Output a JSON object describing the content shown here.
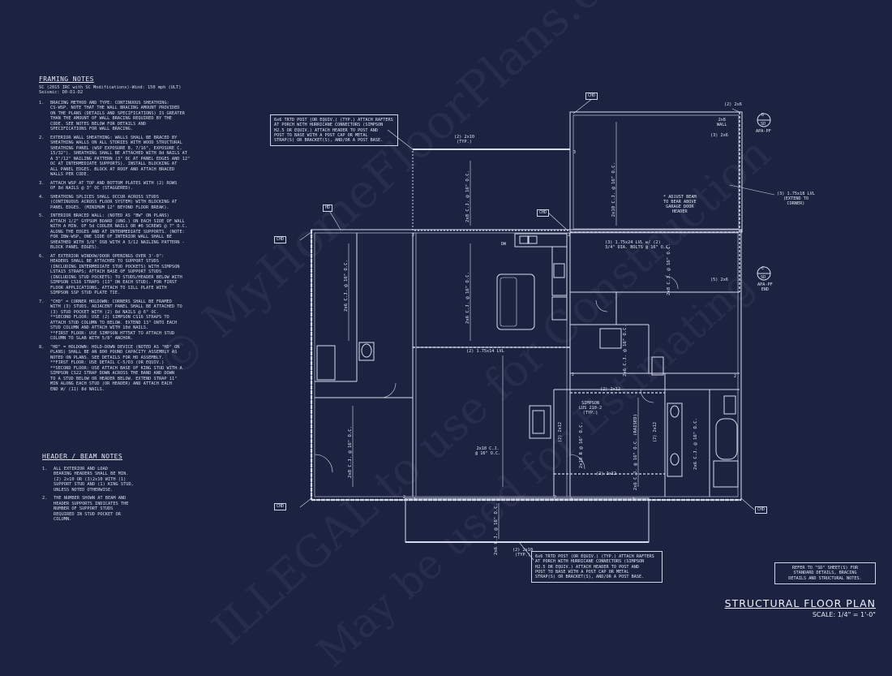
{
  "framing_notes": {
    "title": "FRAMING NOTES",
    "subtitle_lines": [
      "SC (2015 IRC with SC Modifications)-Wind: 150 mph (ULT)",
      "Seismic: D0-D1-D2"
    ],
    "items": [
      {
        "num": "1.",
        "text": "BRACING METHOD AND TYPE: CONTINUOUS SHEATHING:\nCS-WSP. NOTE THAT THE WALL BRACING AMOUNT PROVIDED\nON THE PLANS (DETAILS AND SPECIFICATIONS) IS GREATER\nTHAN THE AMOUNT OF WALL BRACING REQUIRED BY THE\nCODE. SEE NOTES BELOW FOR DETAILS AND\nSPECIFICATIONS FOR WALL BRACING."
      },
      {
        "num": "2.",
        "text": "EXTERIOR WALL SHEATHING: WALLS SHALL BE BRACED BY\nSHEATHING WALLS ON ALL STORIES WITH WOOD STRUCTURAL\nSHEATHING PANEL (WSP EXPOSURE B, 7/16\", EXPOSURE C,\n15/32\"). SHEATHING SHALL BE ATTACHED WITH 8d NAILS AT\nA 3\"/12\" NAILING PATTERN (3\" OC AT PANEL EDGES AND 12\"\nOC AT INTERMEDIATE SUPPORTS). INSTALL BLOCKING AT\nALL PANEL EDGES. BLOCK AT ROOF AND ATTACH BRACED\nWALLS PER CODE."
      },
      {
        "num": "3.",
        "text": "ATTACH WSP AT TOP AND BOTTOM PLATES WITH (2) ROWS\nOF 8d NAILS @ 3\" OC (STAGGERED)."
      },
      {
        "num": "4.",
        "text": "SHEATHING SPLICES SHALL OCCUR ACROSS STUDS\n(CONTINUOUS ACROSS FLOOR SYSTEM) WITH BLOCKING AT\nPANEL EDGES. (MINIMUM 12\" BEYOND FLOOR BREAK)."
      },
      {
        "num": "5.",
        "text": "INTERIOR BRACED WALL: (NOTED AS \"BW\" ON PLANS)\nATTACH 1/2\" GYPSUM BOARD (UNO.) ON EACH SIDE OF WALL\nWITH A MIN. OF 5d COOLER NAILS OR #6 SCREWS @ 7\" O.C.\nALONG THE EDGES AND AT INTERMEDIATE SUPPORTS. (NOTE:\nFOR IBW-WSP, ONE SIDE OF INTERIOR WALL SHALL BE\nSHEATHED WITH 3/8\" OSB WITH A 3/12 NAILING PATTERN -\nBLOCK PANEL EDGES)."
      },
      {
        "num": "6.",
        "text": "AT EXTERIOR WINDOW/DOOR OPENINGS OVER 3'-0\":\nHEADERS SHALL BE ATTACHED TO SUPPORT STUDS\n(INCLUDING INTERMEDIATE STUD POCKETS) WITH SIMPSON\nLSTA15 STRAPS; ATTACH BASE OF SUPPORT STUDS\n(INCLUDING STUD POCKETS) TO STUDS/HEADER BELOW WITH\nSIMPSON CS16 STRAPS (13\" ON EACH STUD). FOR FIRST\nFLOOR APPLICATIONS, ATTACH TO SILL PLATE WITH\nSIMPSON SSP STUD PLATE TIE."
      },
      {
        "num": "7.",
        "text": "\"CHD\" = CORNER HOLDOWN: CORNERS SHALL BE FRAMED\nWITH (3) STUDS. ADJACENT PANEL SHALL BE ATTACHED TO\n(3) STUD POCKET WITH (2) 8d NAILS @ 6\" OC.\n**SECOND FLOOR: USE (2) SIMPSON CS16 STRAPS TO\nATTACH STUD COLUMN TO BELOW. EXTEND 13\" ONTO EACH\nSTUD COLUMN AND ATTACH WITH 10d NAILS.\n**FIRST FLOOR: USE SIMPSON HTT5KT TO ATTACH STUD\nCOLUMN TO SLAB WITH 5/8\" ANCHOR."
      },
      {
        "num": "8.",
        "text": "\"HD\" = HOLDOWN: HOLD-DOWN DEVICE (NOTED AS \"HD\" ON\nPLANS) SHALL BE AN 800 POUND CAPACITY ASSEMBLY AS\nNOTED ON PLANS. SEE DETAILS FOR HD ASSEMBLY.\n**FIRST FLOOR: USE DETAIL C-5/D3 (OR EQUIV.)\n**SECOND FLOOR: USE ATTACH BASE OF KING STUD WITH A\nSIMPSON CS22 STRAP DOWN ACROSS THE BAND AND DOWN\nTO A STUD BELOW OR HEADER BELOW. EXTEND STRAP 11\"\nMIN ALONG EACH STUD (OR HEADER) AND ATTACH EACH\nEND W/ (11) 8d NAILS."
      }
    ]
  },
  "header_beam_notes": {
    "title": "HEADER / BEAM NOTES",
    "items": [
      {
        "num": "1.",
        "text": "ALL EXTERIOR AND LOAD\nBEARING HEADERS SHALL BE MIN.\n(2) 2x10 OR (3)2x10 WITH (1)\nSUPPORT STUD AND (1) KING STUD,\nUNLESS NOTED OTHERWISE."
      },
      {
        "num": "2.",
        "text": "THE NUMBER SHOWN AT BEAM AND\nHEADER SUPPORTS INDICATES THE\nNUMBER OF SUPPORT STUDS\nREQUIRED IN STUD POCKET OR\nCOLUMN."
      }
    ]
  },
  "callouts": {
    "porch_top": "6x6 TRTD POST (OR EQUIV.) (TYP.) ATTACH RAFTERS\nAT PORCH WITH HURRICANE CONNECTORS (SIMPSON\nH2.5 OR EQUIV.) ATTACH HEADER TO POST AND\nPOST TO BASE WITH A POST CAP OR METAL\nSTRAP(S) OR BRACKET(S), AND/OR A POST BASE.",
    "porch_bottom": "6x6 TRTD POST (OR EQUIV.) (TYP.) ATTACH RAFTERS\nAT PORCH WITH HURRICANE CONNECTORS (SIMPSON\nH2.5 OR EQUIV.) ATTACH HEADER TO POST AND\nPOST TO BASE WITH A POST CAP OR METAL\nSTRAP(S) OR BRACKET(S), AND/OR A POST BASE.",
    "refer": "REFER TO \"SD\" SHEET(S) FOR\nSTANDARD DETAILS, BRACING\nDETAILS AND STRUCTURAL NOTES.",
    "adjust_beam": "* ADJUST BEAM\nTO BEAR ABOVE\nGARAGE DOOR\nHEADER",
    "lvl_corner": "(3) 1.75x18 LVL\n(EXTEND TO\nCORNER)",
    "lvl_bolts": "(3) 1.75x24 LVL w/ (2)\n3/4\" DIA. BOLTS @ 16\" O.C.",
    "simpson": "SIMPSON\nLUS 210-2\n(TYP.)",
    "header_2x10_top": "(2) 2x10\n(TYP.)",
    "header_2x10_bottom": "(2) 2x10\n(TYP.)",
    "lvl_mid": "(2) 1.75x14 LVL",
    "two_2x6_top": "(2) 2x6",
    "two_2x8_wall": "2x8\nWALL",
    "three_2x6": "(3) 2x6",
    "five_2x6": "(5) 2x6",
    "two_2x12_a": "(2) 2x12",
    "two_2x12_b": "(2) 2x12",
    "two_2x12_c": "(2) 2x12",
    "two_2x12_d": "(2) 2x12",
    "cj_mid": "2x10 C.J.\n@ 16\" O.C.",
    "section_d": {
      "letter": "D",
      "sheet": "SD",
      "label": "APA-PF"
    },
    "section_c": {
      "letter": "C",
      "sheet": "SD",
      "label": "APA-PF\nEND"
    }
  },
  "joist_labels": {
    "j1": "2x6 C.J. @ 16\" O.C.",
    "j2": "2x8 C.J. @ 16\" O.C.",
    "j3": "2x6 C.J. @ 16\" O.C.",
    "j4": "2x10 C.J. @ 16\" O.C.",
    "j5": "2x8 C.J. @ 16\" O.C.",
    "j6": "2x6 C.J. @ 16\" O.C.",
    "j7": "2x8 C.J. @ 16\" O.C.",
    "j8": "2x6 C.J. @ 16\" O.C.",
    "j9": "2x6 C.J. @ 16\" O.C. (RAISED)",
    "j10": "2x6 C.J. @ 16\" O.C.",
    "j11": "2x10 R @ 16\" O.C."
  },
  "tags": {
    "chd": "CHD",
    "hd": "HD"
  },
  "sheet": {
    "title": "STRUCTURAL FLOOR PLAN",
    "scale": "SCALE: 1/4\" = 1'-0\""
  },
  "watermark": {
    "line1": "© MyHomeFloorPlans.com",
    "line2": "ILLEGAL to use for Construction",
    "line3": "May be used for Estimating"
  },
  "colors": {
    "background": "#1c2340",
    "line": "#d6dbeb"
  }
}
